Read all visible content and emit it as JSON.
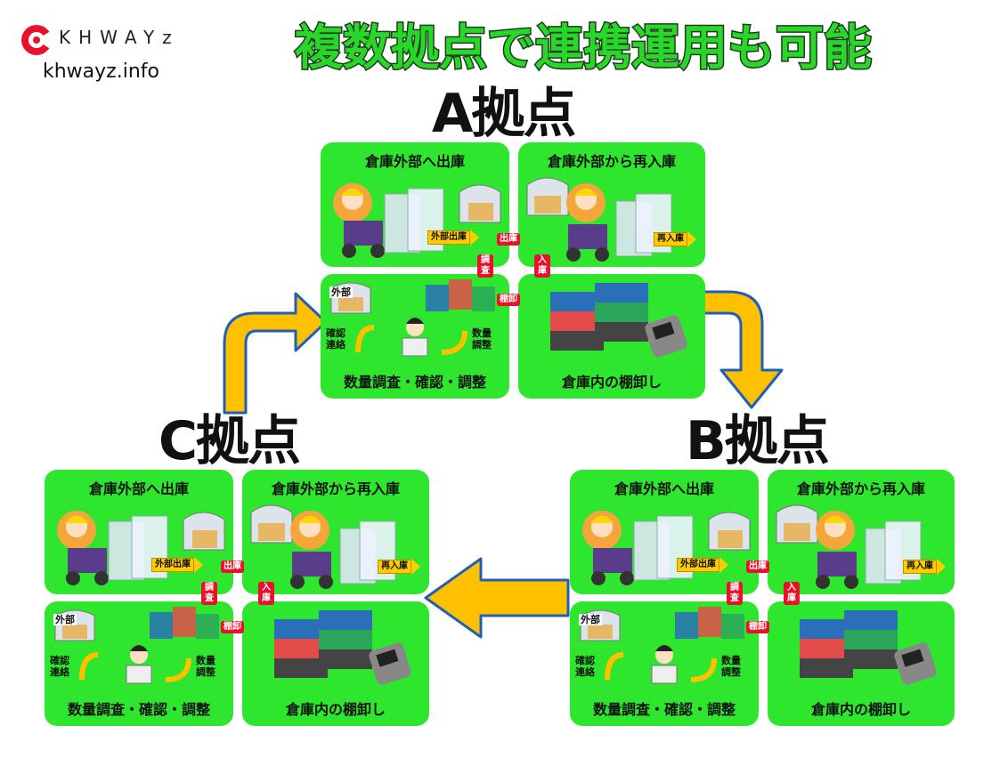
{
  "logo": {
    "brand": "KHWAYz",
    "url": "khwayz.info"
  },
  "title": "複数拠点で連携運用も可能",
  "sites": {
    "a": {
      "label": "A拠点"
    },
    "b": {
      "label": "B拠点"
    },
    "c": {
      "label": "C拠点"
    }
  },
  "panels": {
    "outbound": "倉庫外部へ出庫",
    "reinbound": "倉庫外部から再入庫",
    "adjust": "数量調査・確認・調整",
    "inventory": "倉庫内の棚卸し"
  },
  "tags": {
    "external_out": "外部出庫",
    "reinbound": "再入庫",
    "outbound": "出庫",
    "inbound_v": "入庫",
    "survey_v": "調査",
    "stocktake": "棚卸",
    "external": "外部",
    "confirm_contact": "確認連絡",
    "qty_adjust": "数量調整"
  },
  "colors": {
    "panel_green": "#2ee62e",
    "flow_arrow_fill": "#ffc000",
    "flow_arrow_stroke": "#1f5fb8",
    "tag_red": "#e8132b",
    "title_fill": "#2bd62b"
  }
}
